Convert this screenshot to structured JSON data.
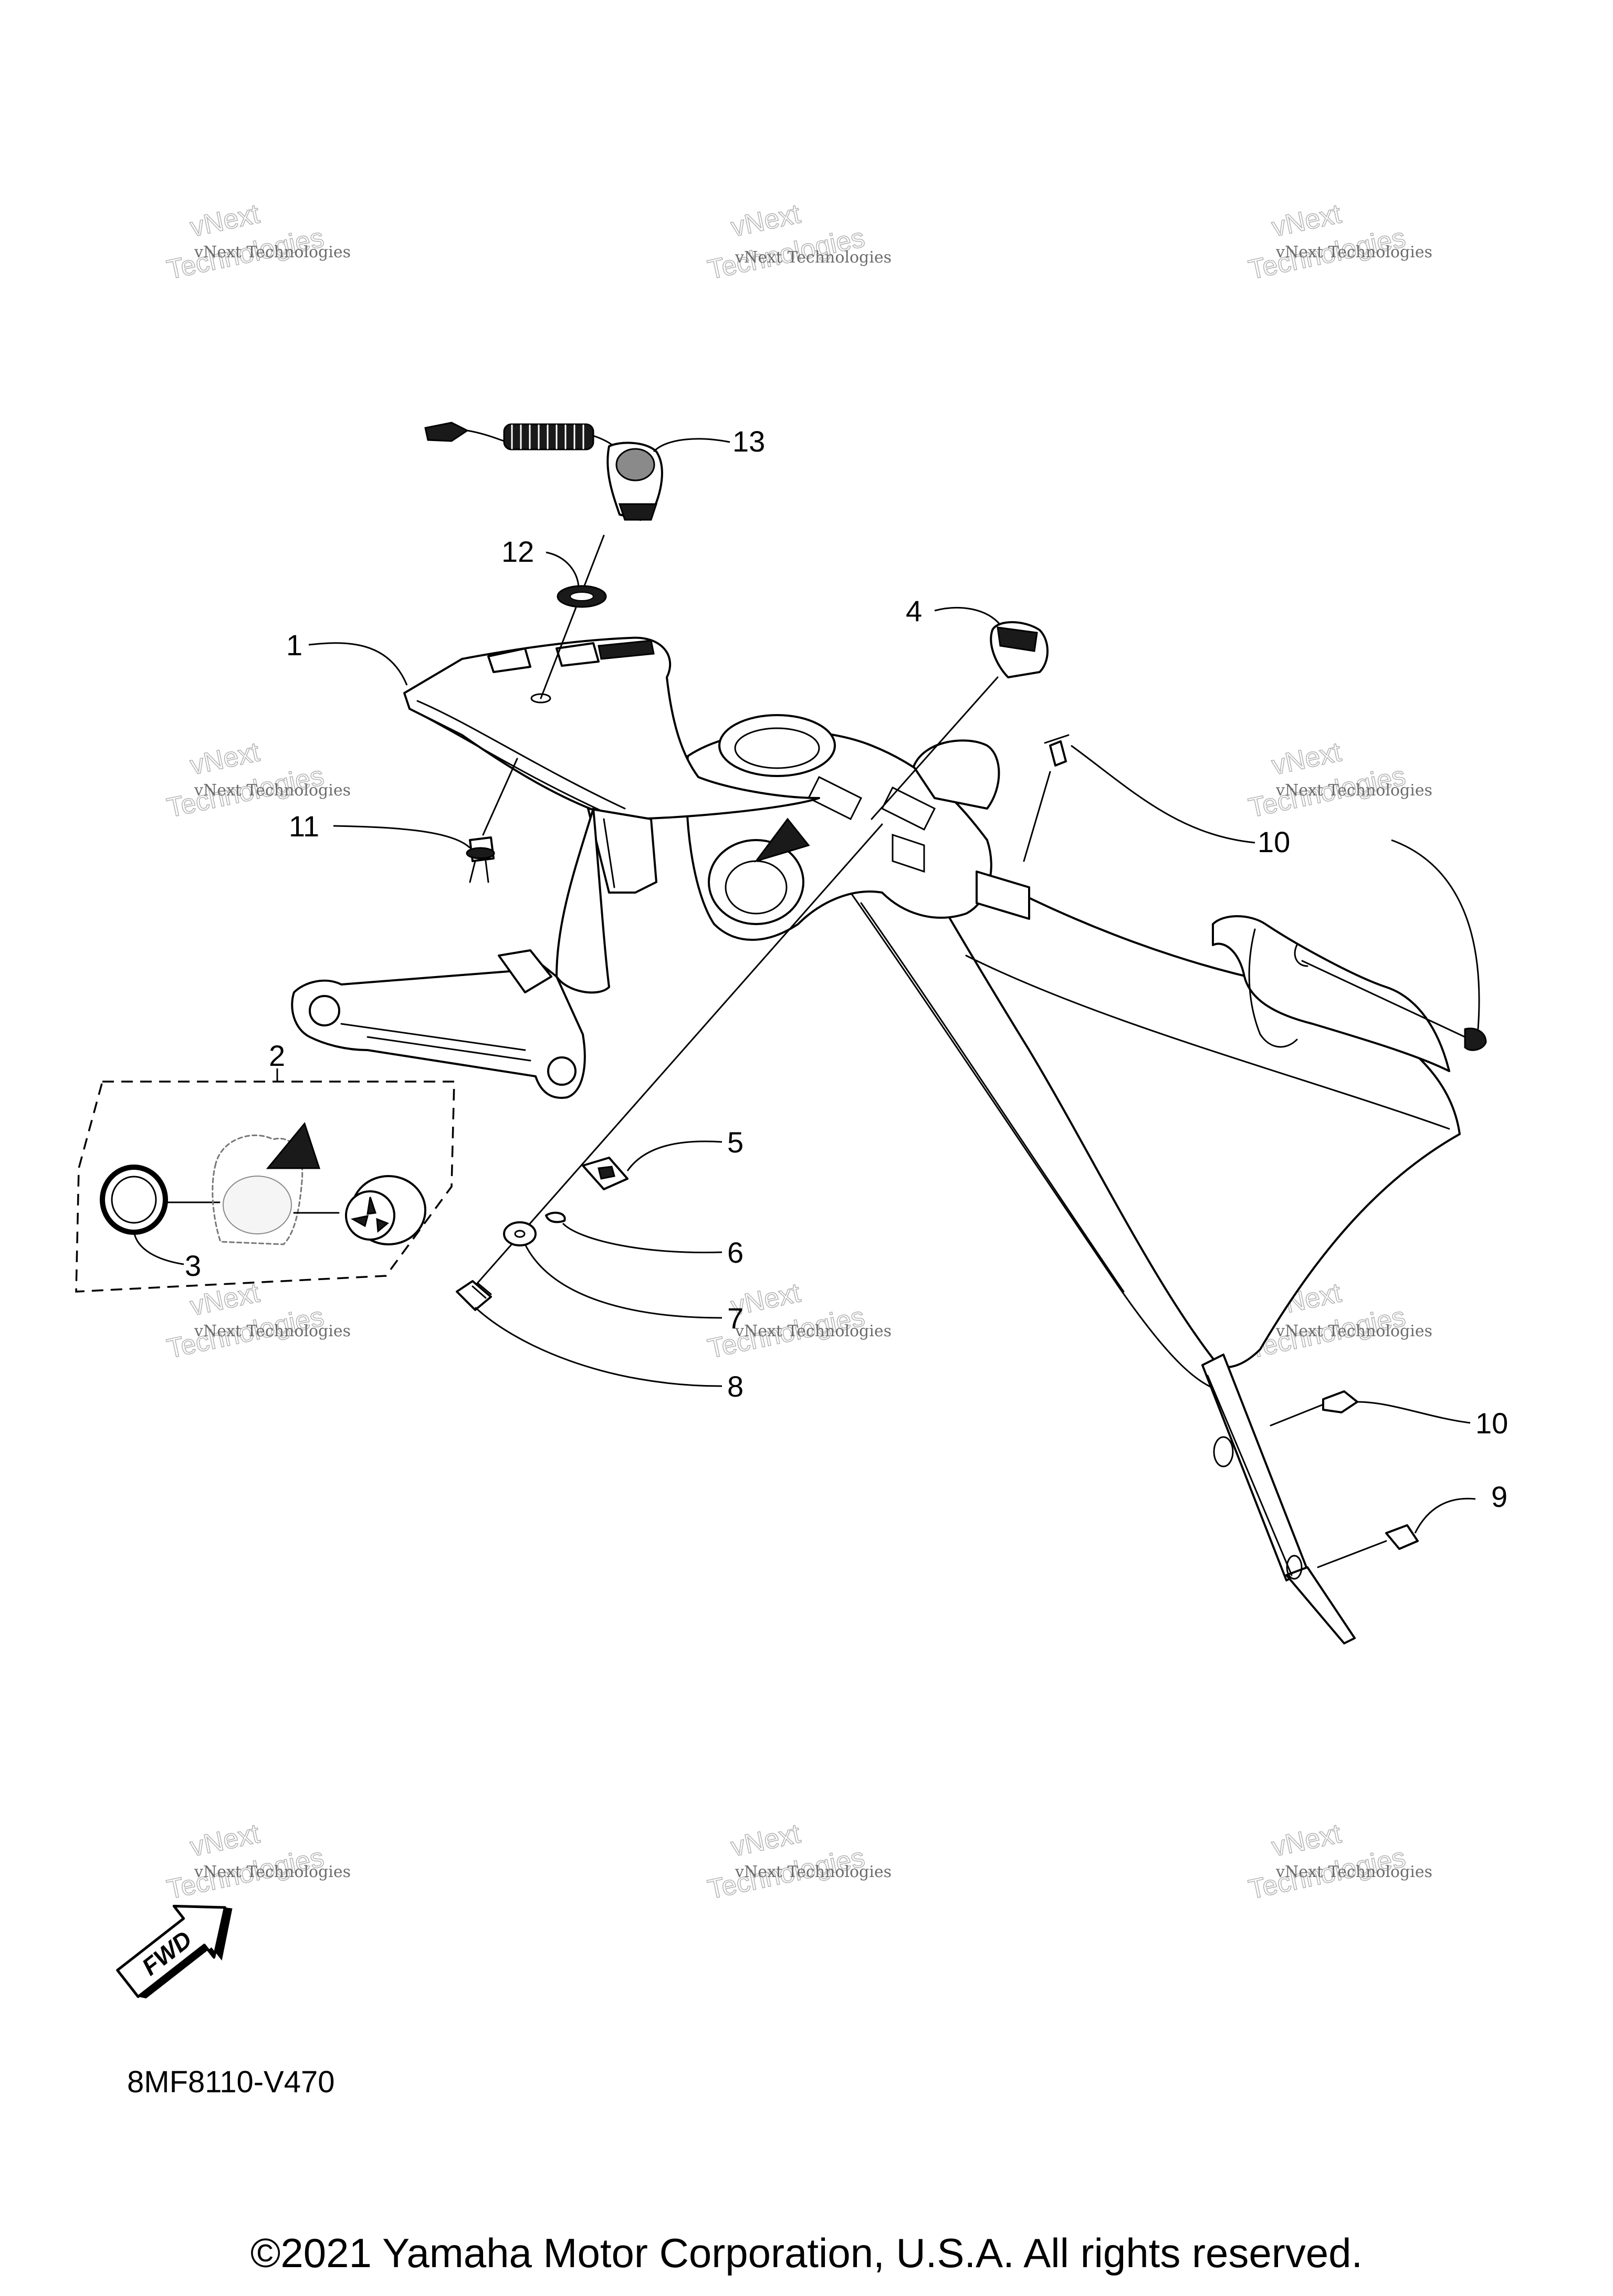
{
  "diagram": {
    "code": "8MF8110-V470",
    "copyright": "©2021 Yamaha Motor Corporation, U.S.A. All rights reserved.",
    "fwd_label": "FWD",
    "callouts": {
      "c1": "1",
      "c2": "2",
      "c3": "3",
      "c4": "4",
      "c5": "5",
      "c6": "6",
      "c7": "7",
      "c8": "8",
      "c9": "9",
      "c10a": "10",
      "c10b": "10",
      "c11": "11",
      "c12": "12",
      "c13": "13"
    }
  },
  "watermark": {
    "line_small": "vNext Technologies",
    "line_big_1": "vNext",
    "line_big_2": "Technologies"
  }
}
